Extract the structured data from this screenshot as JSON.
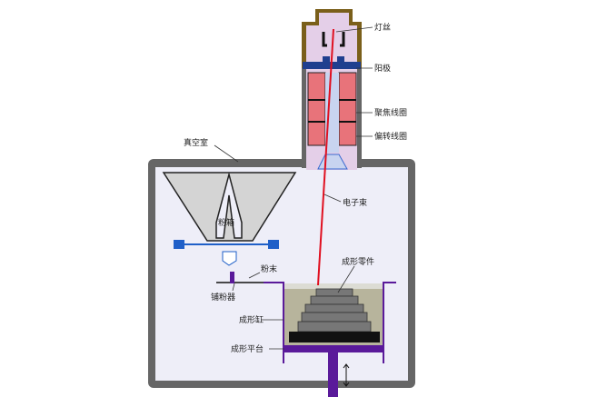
{
  "labels": {
    "filament": "灯丝",
    "anode": "阳极",
    "focus_coil": "聚焦线圈",
    "deflection_coil": "偏转线圈",
    "vacuum_chamber": "真空室",
    "electron_beam": "电子束",
    "powder_hopper": "粉箱",
    "powder": "粉末",
    "rake": "铺粉器",
    "formed_part": "成形零件",
    "build_tank": "成形缸",
    "build_platform": "成形平台"
  },
  "colors": {
    "beam": "#e01020",
    "coil": "#e8737a",
    "anode": "#1f3f8f",
    "platform": "#5a1a9a",
    "wall": "#666666",
    "powder": "#b7b49c"
  }
}
